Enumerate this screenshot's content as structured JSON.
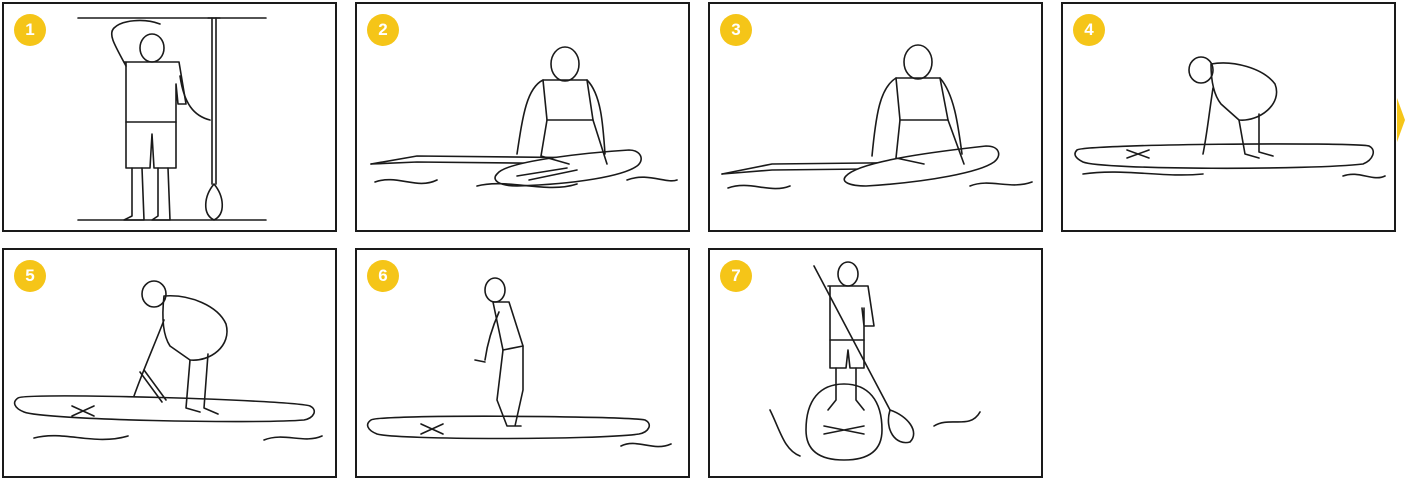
{
  "accent_color": "#F5C518",
  "steps": [
    {
      "number": "1",
      "scene": "person-standing-with-paddle-measuring-height"
    },
    {
      "number": "2",
      "scene": "kneeling-on-board-holding-paddle"
    },
    {
      "number": "3",
      "scene": "kneeling-on-board-holding-paddle"
    },
    {
      "number": "4",
      "scene": "crouching-on-board"
    },
    {
      "number": "5",
      "scene": "rising-from-crouch-with-paddle"
    },
    {
      "number": "6",
      "scene": "standing-up-knees-bent"
    },
    {
      "number": "7",
      "scene": "standing-paddling-on-board"
    }
  ],
  "arrow_icon": "chevron-right-icon"
}
